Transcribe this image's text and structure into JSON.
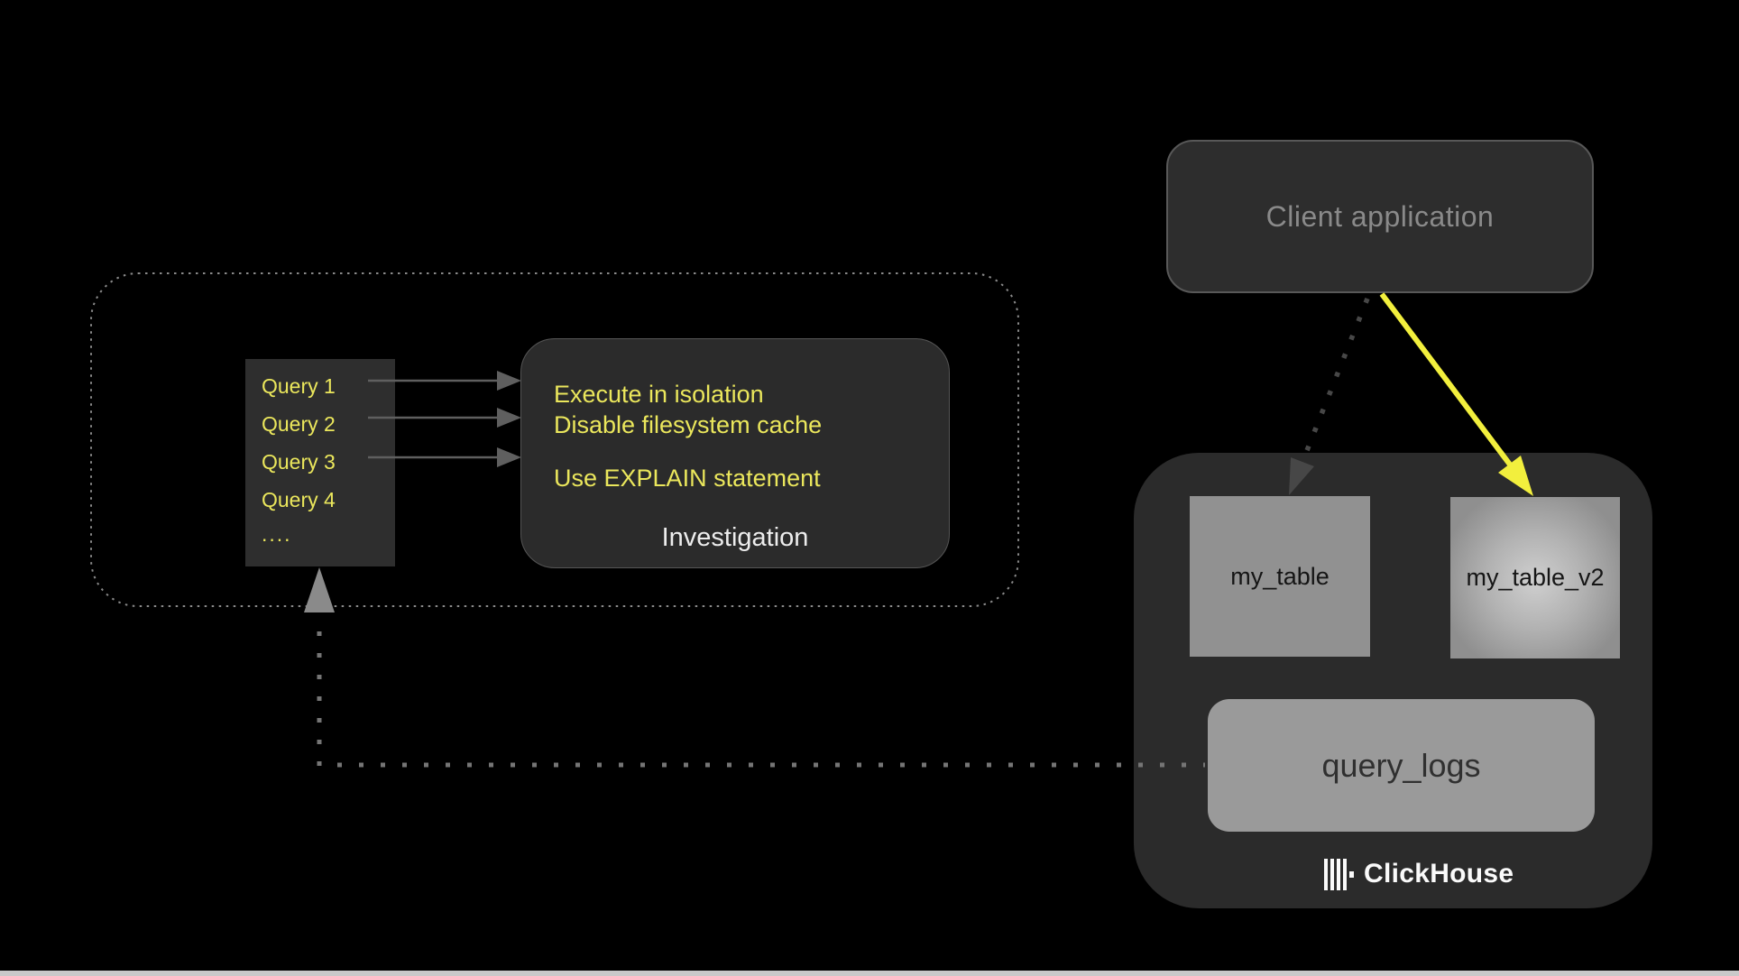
{
  "diagram": {
    "client_application": {
      "label": "Client application"
    },
    "investigation": {
      "queries": [
        "Query 1",
        "Query 2",
        "Query 3",
        "Query 4",
        "...."
      ],
      "tips": [
        "Execute in isolation",
        "Disable filesystem cache",
        "Use EXPLAIN statement"
      ],
      "caption": "Investigation"
    },
    "clickhouse": {
      "tables": {
        "primary": "my_table",
        "secondary": "my_table_v2",
        "logs": "query_logs"
      },
      "brand": "ClickHouse"
    },
    "colors": {
      "background": "#000000",
      "panel_dark": "#2b2b2b",
      "highlight_yellow": "#ebe75c",
      "arrow_yellow": "#f2ef3d",
      "table_gray": "#919191",
      "logs_gray": "#9a9a9a",
      "muted_text": "#8a8a8a",
      "white_text": "#ededed",
      "dotted_path_gray": "#757575",
      "bottom_strip": "#c9c9c9"
    }
  }
}
